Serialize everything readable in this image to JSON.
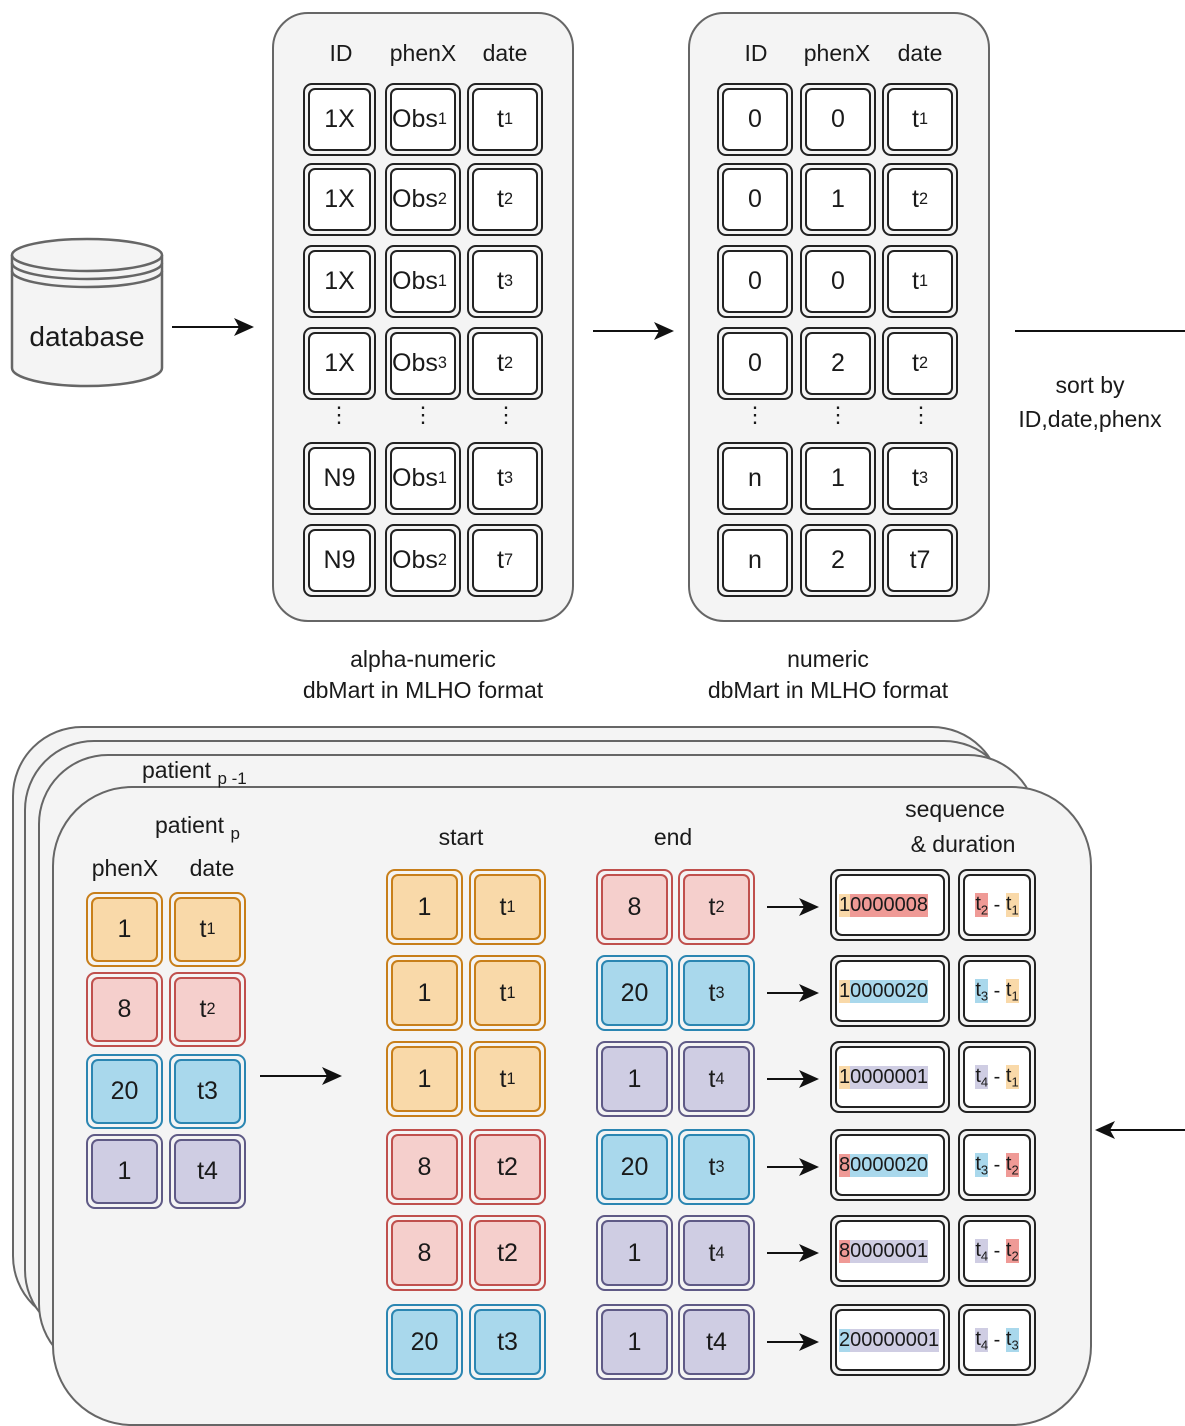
{
  "database": {
    "label": "database"
  },
  "headers": {
    "id": "ID",
    "phenx": "phenX",
    "date": "date"
  },
  "alpha_table": {
    "caption_line1": "alpha-numeric",
    "caption_line2": "dbMart in MLHO format",
    "rows": [
      [
        "1X",
        "Obs",
        "1",
        "t",
        "1"
      ],
      [
        "1X",
        "Obs",
        "2",
        "t",
        "2"
      ],
      [
        "1X",
        "Obs",
        "1",
        "t",
        "3"
      ],
      [
        "1X",
        "Obs",
        "3",
        "t",
        "2"
      ],
      [
        "N9",
        "Obs",
        "1",
        "t",
        "3"
      ],
      [
        "N9",
        "Obs",
        "2",
        "t",
        "7"
      ]
    ]
  },
  "numeric_table": {
    "caption_line1": "numeric",
    "caption_line2": "dbMart in MLHO format",
    "rows": [
      [
        "0",
        "0",
        "t",
        "1"
      ],
      [
        "0",
        "1",
        "t",
        "2"
      ],
      [
        "0",
        "0",
        "t",
        "1"
      ],
      [
        "0",
        "2",
        "t",
        "2"
      ],
      [
        "n",
        "1",
        "t",
        "3"
      ],
      [
        "n",
        "2",
        "t7",
        ""
      ]
    ]
  },
  "sort_label": {
    "line1": "sort by",
    "line2": "ID,date,phenx"
  },
  "patient_panel": {
    "back_label": "patient",
    "back_sub": "p -1",
    "front_label": "patient",
    "front_sub": "p",
    "col_phenx": "phenX",
    "col_date": "date",
    "start_header": "start",
    "end_header": "end",
    "seq_header_line1": "sequence",
    "seq_header_line2": "& duration",
    "patient_rows": [
      {
        "phenx": "1",
        "t": "t",
        "sub": "1",
        "color": "orange"
      },
      {
        "phenx": "8",
        "t": "t",
        "sub": "2",
        "color": "red"
      },
      {
        "phenx": "20",
        "t": "t3",
        "sub": "",
        "color": "blue"
      },
      {
        "phenx": "1",
        "t": "t4",
        "sub": "",
        "color": "purple"
      }
    ],
    "start_rows": [
      {
        "phenx": "1",
        "t": "t",
        "sub": "1",
        "color": "orange"
      },
      {
        "phenx": "1",
        "t": "t",
        "sub": "1",
        "color": "orange"
      },
      {
        "phenx": "1",
        "t": "t",
        "sub": "1",
        "color": "orange"
      },
      {
        "phenx": "8",
        "t": "t2",
        "sub": "",
        "color": "red"
      },
      {
        "phenx": "8",
        "t": "t2",
        "sub": "",
        "color": "red"
      },
      {
        "phenx": "20",
        "t": "t3",
        "sub": "",
        "color": "blue"
      }
    ],
    "end_rows": [
      {
        "phenx": "8",
        "t": "t",
        "sub": "2",
        "color": "red"
      },
      {
        "phenx": "20",
        "t": "t",
        "sub": "3",
        "color": "blue"
      },
      {
        "phenx": "1",
        "t": "t",
        "sub": "4",
        "color": "purple"
      },
      {
        "phenx": "20",
        "t": "t",
        "sub": "3",
        "color": "blue"
      },
      {
        "phenx": "1",
        "t": "t",
        "sub": "4",
        "color": "purple"
      },
      {
        "phenx": "1",
        "t": "t4",
        "sub": "",
        "color": "purple"
      }
    ],
    "seq_rows": [
      {
        "seq_a": "1",
        "seq_b": "0000008",
        "ca": "o",
        "cb": "r",
        "d1": "t",
        "d1s": "2",
        "d2": "t",
        "d2s": "1",
        "c1": "r",
        "c2": "o"
      },
      {
        "seq_a": "1",
        "seq_b": "0000020",
        "ca": "o",
        "cb": "b",
        "d1": "t",
        "d1s": "3",
        "d2": "t",
        "d2s": "1",
        "c1": "b",
        "c2": "o"
      },
      {
        "seq_a": "1",
        "seq_b": "0000001",
        "ca": "o",
        "cb": "p",
        "d1": "t",
        "d1s": "4",
        "d2": "t",
        "d2s": "1",
        "c1": "p",
        "c2": "o"
      },
      {
        "seq_a": "8",
        "seq_b": "0000020",
        "ca": "r",
        "cb": "b",
        "d1": "t",
        "d1s": "3",
        "d2": "t",
        "d2s": "2",
        "c1": "b",
        "c2": "r"
      },
      {
        "seq_a": "8",
        "seq_b": "0000001",
        "ca": "r",
        "cb": "p",
        "d1": "t",
        "d1s": "4",
        "d2": "t",
        "d2s": "2",
        "c1": "p",
        "c2": "r"
      },
      {
        "seq_a": "2",
        "seq_b": "00000001",
        "ca": "b",
        "cb": "p",
        "d1": "t",
        "d1s": "4",
        "d2": "t",
        "d2s": "3",
        "c1": "p",
        "c2": "b"
      }
    ]
  }
}
